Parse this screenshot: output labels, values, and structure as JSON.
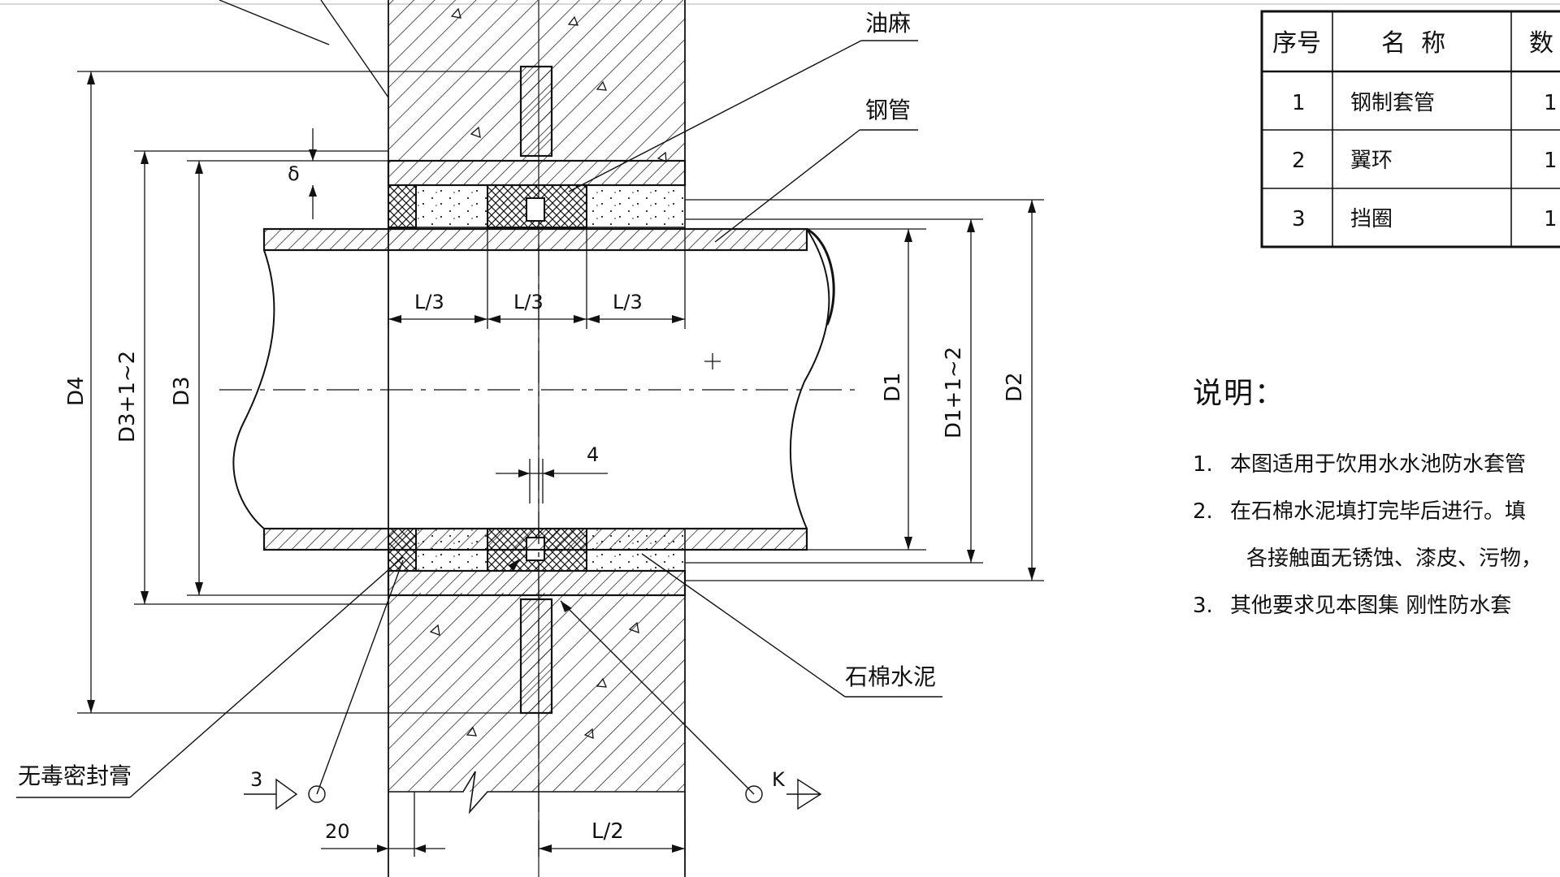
{
  "labels": {
    "oil_hemp": "油麻",
    "steel_pipe": "钢管",
    "asbestos_cement": "石棉水泥",
    "sealant": "无毒密封膏",
    "l3_a": "L/3",
    "l3_b": "L/3",
    "l3_c": "L/3",
    "l2": "L/2",
    "twenty": "20",
    "four": "4",
    "delta": "δ",
    "d4": "D4",
    "d3_12": "D3+1~2",
    "d3": "D3",
    "d1": "D1",
    "d1_12": "D1+1~2",
    "d2": "D2",
    "mark_3": "3",
    "mark_k": "K"
  },
  "parts_table": {
    "headers": [
      "序号",
      "名  称",
      "数"
    ],
    "rows": [
      [
        "1",
        "钢制套管",
        "1"
      ],
      [
        "2",
        "翼环",
        "1"
      ],
      [
        "3",
        "挡圈",
        "1"
      ]
    ]
  },
  "notes": {
    "heading": "说明：",
    "items": [
      {
        "num": "1.",
        "text": "本图适用于饮用水水池防水套管"
      },
      {
        "num": "2.",
        "text": "在石棉水泥填打完毕后进行。填"
      },
      {
        "num": "",
        "text": "各接触面无锈蚀、漆皮、污物，"
      },
      {
        "num": "3.",
        "text": "其他要求见本图集 刚性防水套"
      }
    ]
  }
}
